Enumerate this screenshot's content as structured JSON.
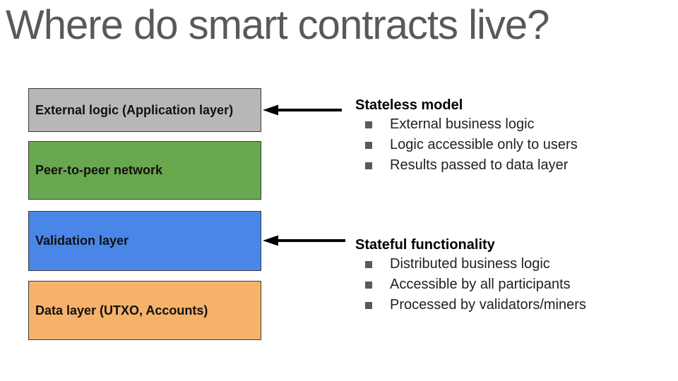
{
  "title": "Where do smart contracts live?",
  "colors": {
    "background": "#ffffff",
    "title_text": "#595959",
    "box_border": "#3a3a3a",
    "box_label_text": "#111111",
    "arrow": "#000000",
    "bullet_marker": "#595959",
    "heading_text": "#000000",
    "body_text": "#212121"
  },
  "layers": [
    {
      "label": "External logic (Application layer)",
      "color": "#b7b7b7"
    },
    {
      "label": "Peer-to-peer network",
      "color": "#6aa84f"
    },
    {
      "label": "Validation layer",
      "color": "#4a86e8"
    },
    {
      "label": "Data layer (UTXO, Accounts)",
      "color": "#f6b26b"
    }
  ],
  "annotations": [
    {
      "heading": "Stateless model",
      "points_to": "External logic (Application layer)",
      "items": [
        "External business logic",
        "Logic accessible only to users",
        "Results passed to data layer"
      ]
    },
    {
      "heading": "Stateful functionality",
      "points_to": "Validation layer",
      "items": [
        "Distributed business logic",
        "Accessible by all participants",
        "Processed by validators/miners"
      ]
    }
  ]
}
